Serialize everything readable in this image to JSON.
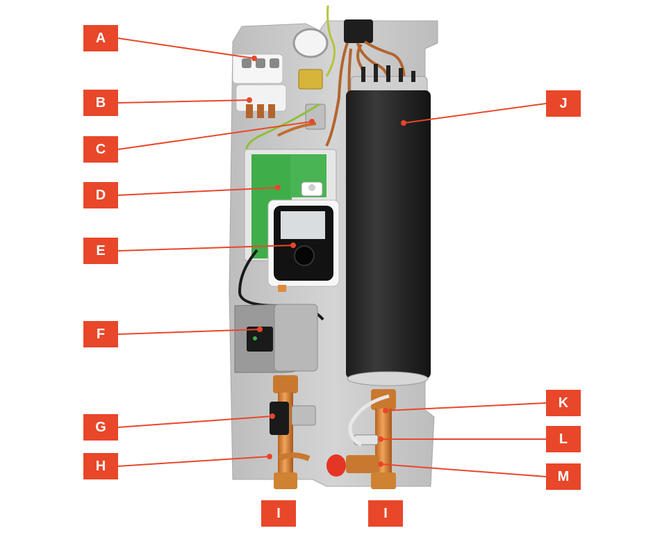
{
  "colors": {
    "label_bg": "#e8472a",
    "leader_line": "#e8472a",
    "panel": "#c9c9c9",
    "cylinder": "#2b2b2b",
    "copper_pipe": "#e0893a",
    "pcb": "#3fae4a"
  },
  "callouts": [
    {
      "id": "A",
      "text": "A"
    },
    {
      "id": "B",
      "text": "B"
    },
    {
      "id": "C",
      "text": "C"
    },
    {
      "id": "D",
      "text": "D"
    },
    {
      "id": "E",
      "text": "E"
    },
    {
      "id": "F",
      "text": "F"
    },
    {
      "id": "G",
      "text": "G"
    },
    {
      "id": "H",
      "text": "H"
    },
    {
      "id": "I1",
      "text": "I"
    },
    {
      "id": "I2",
      "text": "I"
    },
    {
      "id": "J",
      "text": "J"
    },
    {
      "id": "K",
      "text": "K"
    },
    {
      "id": "L",
      "text": "L"
    },
    {
      "id": "M",
      "text": "M"
    }
  ]
}
